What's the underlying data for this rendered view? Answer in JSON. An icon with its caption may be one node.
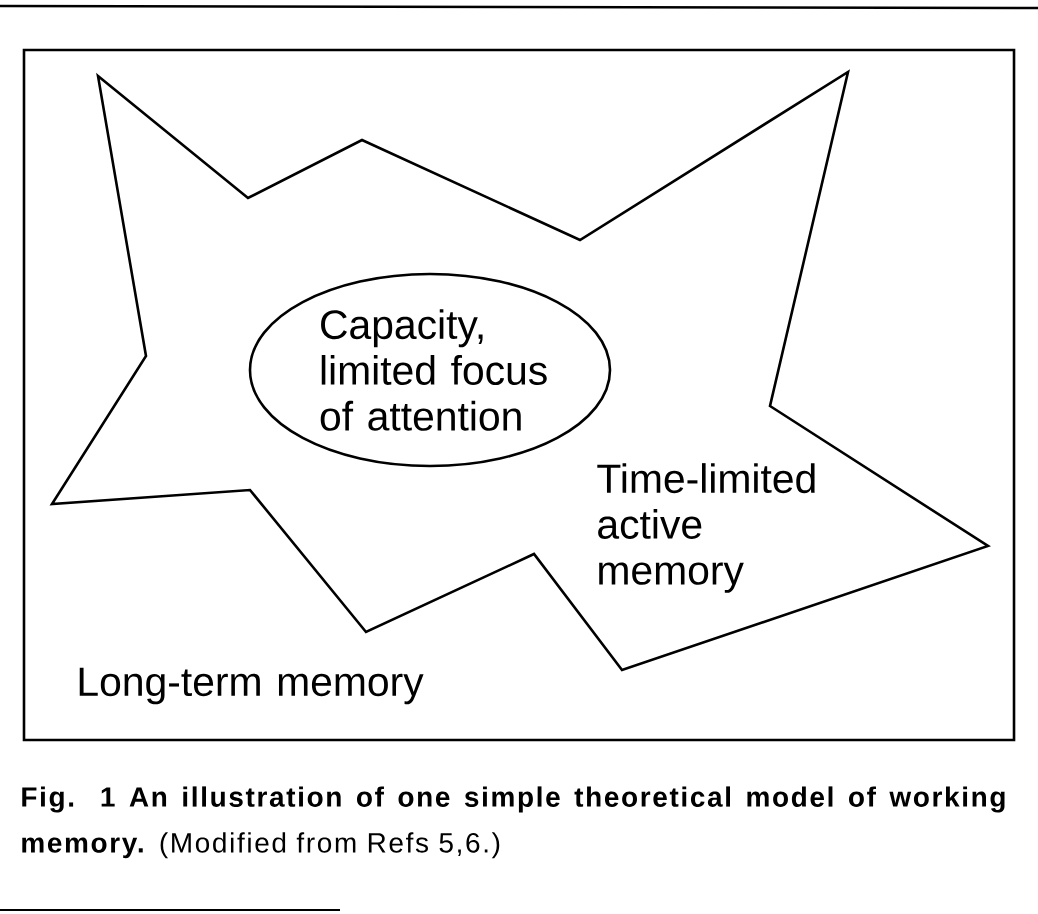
{
  "diagram": {
    "caption": "**Fig. 1 An illustration of one simple theoretical model of working memory.** (Modified from Refs 5,6.)",
    "nodes": [
      {
        "text": [
          "Long-term memory"
        ]
      },
      {
        "text": [
          "Time-limited active memory"
        ],
        "in": 0
      },
      {
        "text": [
          "Capacity, limited focus of attention"
        ],
        "in": 1
      }
    ],
    "edges": []
  }
}
